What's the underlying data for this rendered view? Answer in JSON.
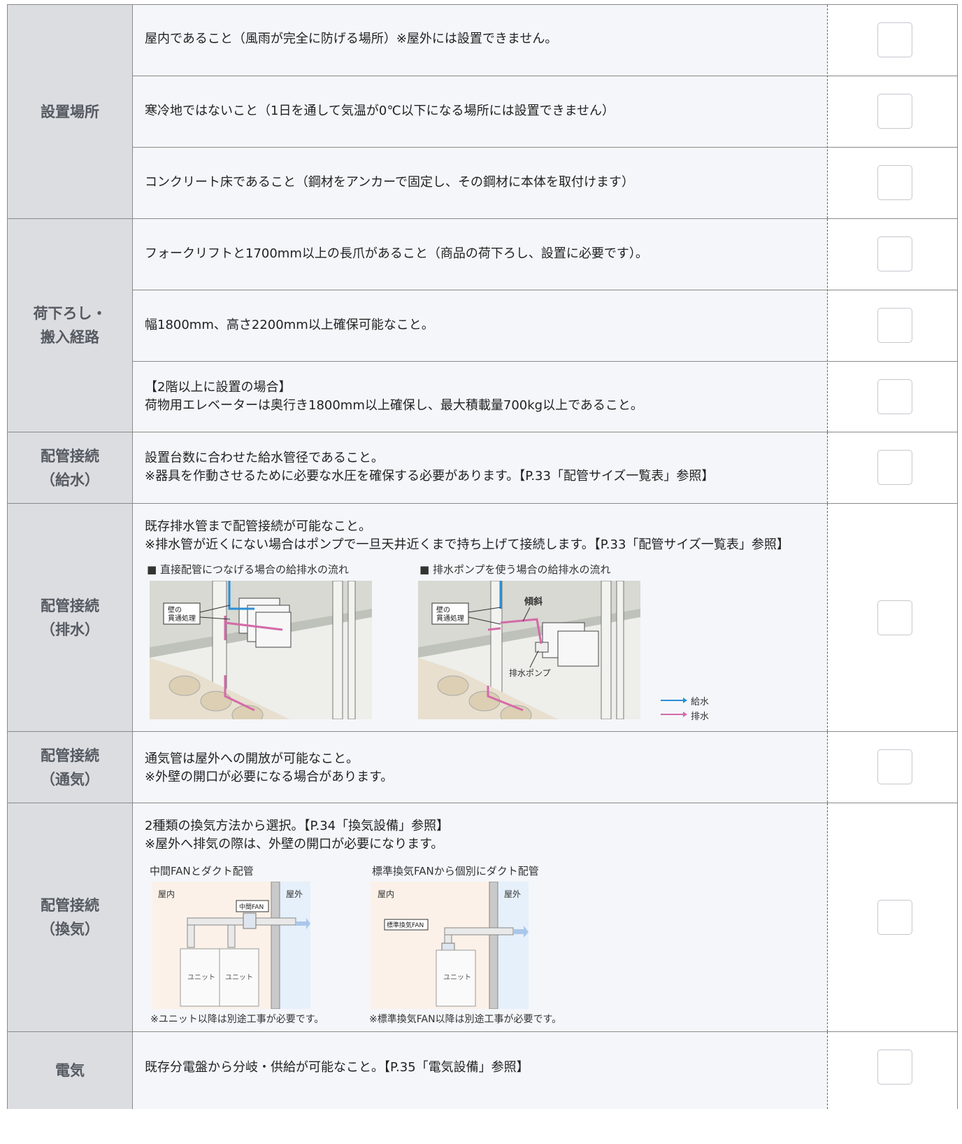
{
  "rows": [
    {
      "category": "設置場所",
      "items": [
        {
          "text": "屋内であること（風雨が完全に防げる場所）※屋外には設置できません。"
        },
        {
          "text": "寒冷地ではないこと（1日を通して気温が0℃以下になる場所には設置できません）"
        },
        {
          "text": "コンクリート床であること（鋼材をアンカーで固定し、その鋼材に本体を取付けます）"
        }
      ]
    },
    {
      "category": "荷下ろし・\n搬入経路",
      "items": [
        {
          "text": "フォークリフトと1700mm以上の長爪があること（商品の荷下ろし、設置に必要です）。"
        },
        {
          "text": "幅1800mm、高さ2200mm以上確保可能なこと。"
        },
        {
          "line1": "【2階以上に設置の場合】",
          "line2": "荷物用エレベーターは奥行き1800mm以上確保し、最大積載量700kg以上であること。"
        }
      ]
    },
    {
      "category": "配管接続\n（給水）",
      "line1": "設置台数に合わせた給水管径であること。",
      "line2": "※器具を作動させるために必要な水圧を確保する必要があります。【P.33「配管サイズ一覧表」参照】"
    },
    {
      "category": "配管接続\n（排水）",
      "line1": "既存排水管まで配管接続が可能なこと。",
      "line2": "※排水管が近くにない場合はポンプで一旦天井近くまで持ち上げて接続します。【P.33「配管サイズ一覧表」参照】",
      "diagram1": {
        "caption": "■ 直接配管につなげる場合の給排水の流れ",
        "wall_label_1": "壁の",
        "wall_label_2": "貫通処理"
      },
      "diagram2": {
        "caption": "■ 排水ポンプを使う場合の給排水の流れ",
        "wall_label_1": "壁の",
        "wall_label_2": "貫通処理",
        "slope_label": "傾斜",
        "pump_label": "排水ポンプ"
      },
      "legend": {
        "supply": "給水",
        "drain": "排水",
        "supply_color": "#2a8fd6",
        "drain_color": "#d46aa8"
      }
    },
    {
      "category": "配管接続\n（通気）",
      "line1": "通気管は屋外への開放が可能なこと。",
      "line2": "※外壁の開口が必要になる場合があります。"
    },
    {
      "category": "配管接続\n（換気）",
      "line1": "2種類の換気方法から選択。【P.34「換気設備」参照】",
      "line2": "※屋外へ排気の際は、外壁の開口が必要になります。",
      "diagram1": {
        "caption": "中間FANとダクト配管",
        "indoor": "屋内",
        "outdoor": "屋外",
        "fan_label": "中間FAN",
        "unit_label": "ユニット",
        "note": "※ユニット以降は別途工事が必要です。"
      },
      "diagram2": {
        "caption": "標準換気FANから個別にダクト配管",
        "indoor": "屋内",
        "outdoor": "屋外",
        "fan_label": "標準換気FAN",
        "unit_label": "ユニット",
        "note": "※標準換気FAN以降は別途工事が必要です。"
      }
    },
    {
      "category": "電気",
      "text": "既存分電盤から分岐・供給が可能なこと。【P.35「電気設備」参照】"
    }
  ]
}
